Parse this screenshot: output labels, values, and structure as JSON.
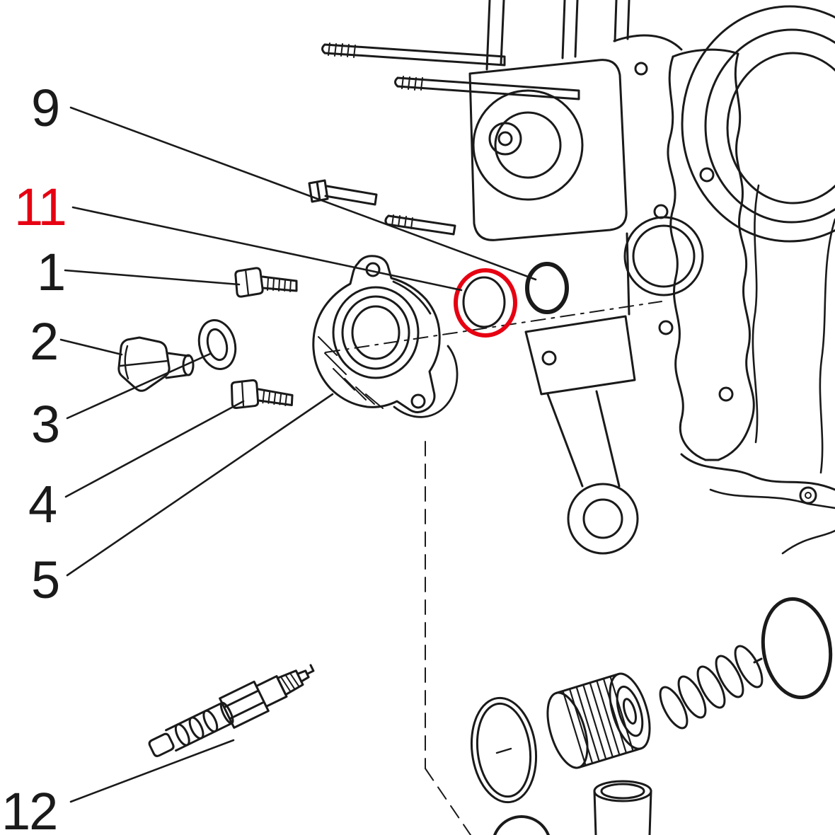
{
  "diagram": {
    "background_color": "#ffffff",
    "line_color": "#1a1a1a",
    "highlight_color": "#e60012",
    "callouts": [
      {
        "label": "9",
        "color": "#1a1a1a"
      },
      {
        "label": "11",
        "color": "#e60012"
      },
      {
        "label": "1",
        "color": "#1a1a1a"
      },
      {
        "label": "2",
        "color": "#1a1a1a"
      },
      {
        "label": "3",
        "color": "#1a1a1a"
      },
      {
        "label": "4",
        "color": "#1a1a1a"
      },
      {
        "label": "5",
        "color": "#1a1a1a"
      },
      {
        "label": "12",
        "color": "#1a1a1a"
      }
    ]
  }
}
